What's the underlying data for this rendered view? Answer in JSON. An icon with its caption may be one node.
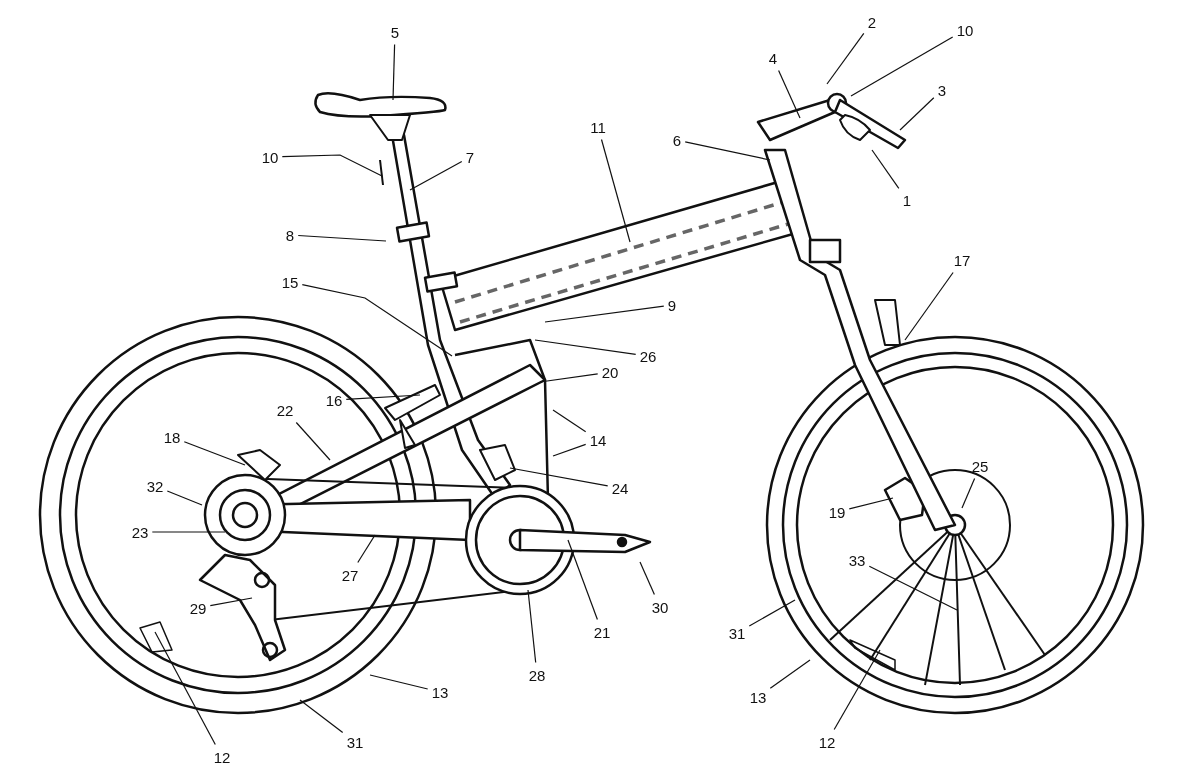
{
  "diagram": {
    "nodes": [
      {
        "text": [
          "2"
        ]
      },
      {
        "text": [
          "10"
        ]
      },
      {
        "text": [
          "5"
        ]
      },
      {
        "text": [
          "4"
        ]
      },
      {
        "text": [
          "3"
        ]
      },
      {
        "text": [
          "11"
        ]
      },
      {
        "text": [
          "6"
        ]
      },
      {
        "text": [
          "10"
        ]
      },
      {
        "text": [
          "7"
        ]
      },
      {
        "text": [
          "1"
        ]
      },
      {
        "text": [
          "8"
        ]
      },
      {
        "text": [
          "17"
        ]
      },
      {
        "text": [
          "15"
        ]
      },
      {
        "text": [
          "9"
        ]
      },
      {
        "text": [
          "26"
        ]
      },
      {
        "text": [
          "20"
        ]
      },
      {
        "text": [
          "16"
        ]
      },
      {
        "text": [
          "22"
        ]
      },
      {
        "text": [
          "18"
        ]
      },
      {
        "text": [
          "14"
        ]
      },
      {
        "text": [
          "25"
        ]
      },
      {
        "text": [
          "32"
        ]
      },
      {
        "text": [
          "24"
        ]
      },
      {
        "text": [
          "19"
        ]
      },
      {
        "text": [
          "23"
        ]
      },
      {
        "text": [
          "33"
        ]
      },
      {
        "text": [
          "27"
        ]
      },
      {
        "text": [
          "30"
        ]
      },
      {
        "text": [
          "29"
        ]
      },
      {
        "text": [
          "21"
        ]
      },
      {
        "text": [
          "31"
        ]
      },
      {
        "text": [
          "28"
        ]
      },
      {
        "text": [
          "13"
        ]
      },
      {
        "text": [
          "13"
        ]
      },
      {
        "text": [
          "12"
        ]
      },
      {
        "text": [
          "31"
        ]
      },
      {
        "text": [
          "12"
        ]
      }
    ],
    "edges": [
      {
        "from": 0,
        "to": null,
        "arrow": "none"
      },
      {
        "from": 1,
        "to": null,
        "arrow": "none"
      },
      {
        "from": 2,
        "to": null,
        "arrow": "none"
      },
      {
        "from": 3,
        "to": null,
        "arrow": "none"
      },
      {
        "from": 4,
        "to": null,
        "arrow": "none"
      },
      {
        "from": 5,
        "to": null,
        "arrow": "none"
      },
      {
        "from": 6,
        "to": null,
        "arrow": "none"
      },
      {
        "from": 7,
        "to": null,
        "arrow": "none"
      },
      {
        "from": 8,
        "to": null,
        "arrow": "none"
      },
      {
        "from": 9,
        "to": null,
        "arrow": "none"
      },
      {
        "from": 10,
        "to": null,
        "arrow": "none"
      },
      {
        "from": 11,
        "to": null,
        "arrow": "none"
      },
      {
        "from": 12,
        "to": null,
        "arrow": "none"
      },
      {
        "from": 13,
        "to": null,
        "arrow": "none"
      },
      {
        "from": 14,
        "to": null,
        "arrow": "none"
      },
      {
        "from": 15,
        "to": null,
        "arrow": "none"
      },
      {
        "from": 16,
        "to": null,
        "arrow": "none"
      },
      {
        "from": 17,
        "to": null,
        "arrow": "none"
      },
      {
        "from": 18,
        "to": null,
        "arrow": "none"
      },
      {
        "from": 19,
        "to": null,
        "arrow": "none"
      },
      {
        "from": 19,
        "to": null,
        "arrow": "none"
      },
      {
        "from": 20,
        "to": null,
        "arrow": "none"
      },
      {
        "from": 21,
        "to": null,
        "arrow": "none"
      },
      {
        "from": 22,
        "to": null,
        "arrow": "none"
      },
      {
        "from": 23,
        "to": null,
        "arrow": "none"
      },
      {
        "from": 24,
        "to": null,
        "arrow": "none"
      },
      {
        "from": 25,
        "to": null,
        "arrow": "none"
      },
      {
        "from": 26,
        "to": null,
        "arrow": "none"
      },
      {
        "from": 27,
        "to": null,
        "arrow": "none"
      },
      {
        "from": 28,
        "to": null,
        "arrow": "none"
      },
      {
        "from": 29,
        "to": null,
        "arrow": "none"
      },
      {
        "from": 30,
        "to": null,
        "arrow": "none"
      },
      {
        "from": 31,
        "to": null,
        "arrow": "none"
      },
      {
        "from": 32,
        "to": null,
        "arrow": "none"
      },
      {
        "from": 33,
        "to": null,
        "arrow": "none"
      },
      {
        "from": 34,
        "to": null,
        "arrow": "none"
      },
      {
        "from": 35,
        "to": null,
        "arrow": "none"
      },
      {
        "from": 36,
        "to": null,
        "arrow": "none"
      }
    ]
  }
}
